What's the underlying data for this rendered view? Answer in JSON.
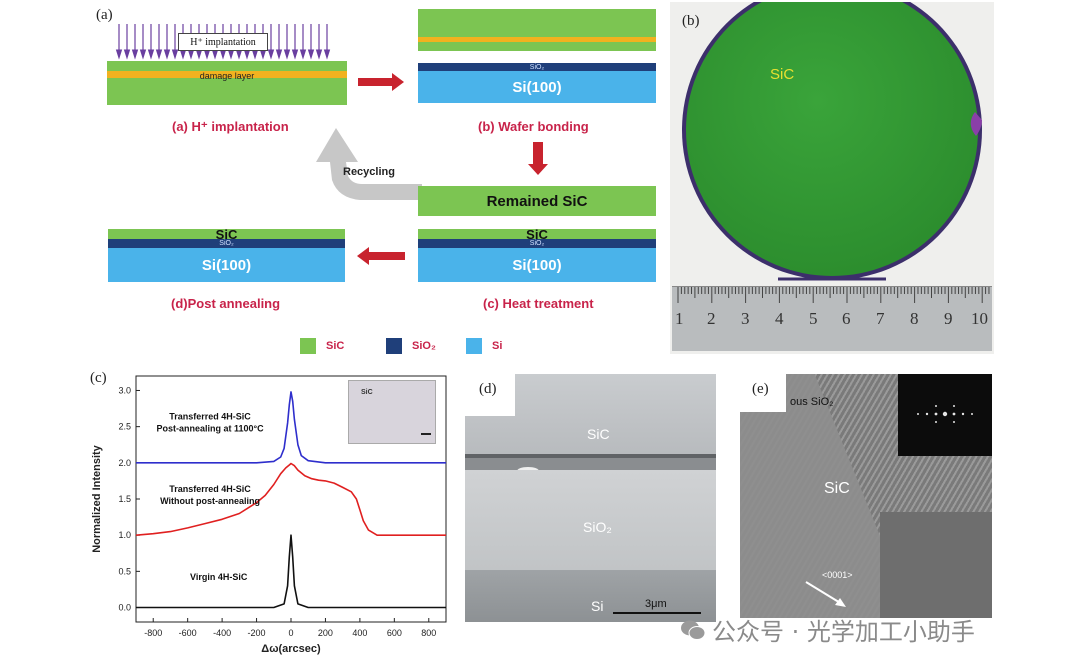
{
  "panel_a": {
    "label": "(a)",
    "implant_box": "H⁺ implantation",
    "damage_layer": "damage layer",
    "cap_a": "(a) H⁺ implantation",
    "cap_b": "(b) Wafer bonding",
    "cap_c": "(c) Heat treatment",
    "cap_d": "(d)Post annealing",
    "sio2_small": "SiO₂",
    "si100": "Si(100)",
    "remained_sic": "Remained SiC",
    "sic": "SiC",
    "recycling": "Recycling",
    "legend": [
      {
        "label": "SiC",
        "color": "#7cc552"
      },
      {
        "label": "SiO₂",
        "color": "#1f3f7a"
      },
      {
        "label": "Si",
        "color": "#4ab3ea"
      }
    ],
    "colors": {
      "sic": "#7cc552",
      "sio2": "#1f3f7a",
      "si": "#4ab3ea",
      "damage": "#f2b21f",
      "arrow": "#c8232e",
      "implant": "#6a3fa0"
    }
  },
  "panel_b": {
    "label": "(b)",
    "wafer_text": "SiC",
    "ruler_numbers": [
      "1",
      "2",
      "3",
      "4",
      "5",
      "6",
      "7",
      "8",
      "9",
      "10"
    ]
  },
  "panel_c": {
    "label": "(c)",
    "inset_text": "SiC"
  },
  "panel_d": {
    "label": "(d)",
    "sic": "SiC",
    "sio2": "SiO₂",
    "si": "Si",
    "scale": "3μm"
  },
  "panel_e": {
    "label": "(e)",
    "top_text": "ous SiO₂",
    "sic": "SiC",
    "direction": "<0001>"
  },
  "watermark": "公众号 · 光学加工小助手",
  "chart_data": {
    "type": "line",
    "xlabel": "Δω(arcsec)",
    "ylabel": "Normalized Intensity",
    "xlim": [
      -900,
      900
    ],
    "ylim": [
      -0.2,
      3.2
    ],
    "xticks": [
      -800,
      -600,
      -400,
      -200,
      0,
      200,
      400,
      600,
      800
    ],
    "yticks": [
      0.0,
      0.5,
      1.0,
      1.5,
      2.0,
      2.5,
      3.0
    ],
    "ytick_labels": [
      "0.0",
      "0.5",
      "1.0",
      "1.5",
      "2.0",
      "2.5",
      "3.0"
    ],
    "grid": false,
    "annotations": [
      {
        "lines": [
          "Transferred 4H-SiC",
          "Post-annealing at 1100°C"
        ],
        "x": -470,
        "y": 2.6
      },
      {
        "lines": [
          "Transferred 4H-SiC",
          "Without post-annealing"
        ],
        "x": -470,
        "y": 1.6
      },
      {
        "lines": [
          "Virgin 4H-SiC"
        ],
        "x": -420,
        "y": 0.38
      }
    ],
    "series": [
      {
        "color": "#2e2ecc",
        "x": [
          -900,
          -200,
          -100,
          -60,
          -40,
          -20,
          -10,
          0,
          10,
          20,
          40,
          60,
          100,
          200,
          900
        ],
        "y": [
          2.0,
          2.0,
          2.02,
          2.08,
          2.2,
          2.55,
          2.8,
          2.98,
          2.85,
          2.6,
          2.25,
          2.1,
          2.03,
          2.0,
          2.0
        ]
      },
      {
        "color": "#e02020",
        "x": [
          -900,
          -800,
          -700,
          -600,
          -500,
          -400,
          -300,
          -200,
          -150,
          -100,
          -60,
          -30,
          -10,
          0,
          20,
          40,
          80,
          120,
          160,
          200,
          250,
          300,
          350,
          380,
          400,
          420,
          450,
          500,
          600,
          700,
          900
        ],
        "y": [
          1.0,
          1.02,
          1.05,
          1.1,
          1.16,
          1.22,
          1.3,
          1.45,
          1.55,
          1.7,
          1.85,
          1.93,
          1.97,
          1.99,
          1.96,
          1.9,
          1.82,
          1.78,
          1.76,
          1.75,
          1.72,
          1.66,
          1.6,
          1.5,
          1.35,
          1.2,
          1.07,
          1.0,
          1.0,
          1.0,
          1.0
        ]
      },
      {
        "color": "#111111",
        "x": [
          -900,
          -100,
          -40,
          -20,
          -10,
          0,
          10,
          20,
          40,
          100,
          900
        ],
        "y": [
          0.0,
          0.0,
          0.05,
          0.3,
          0.7,
          1.0,
          0.7,
          0.3,
          0.05,
          0.0,
          0.0
        ]
      }
    ]
  }
}
